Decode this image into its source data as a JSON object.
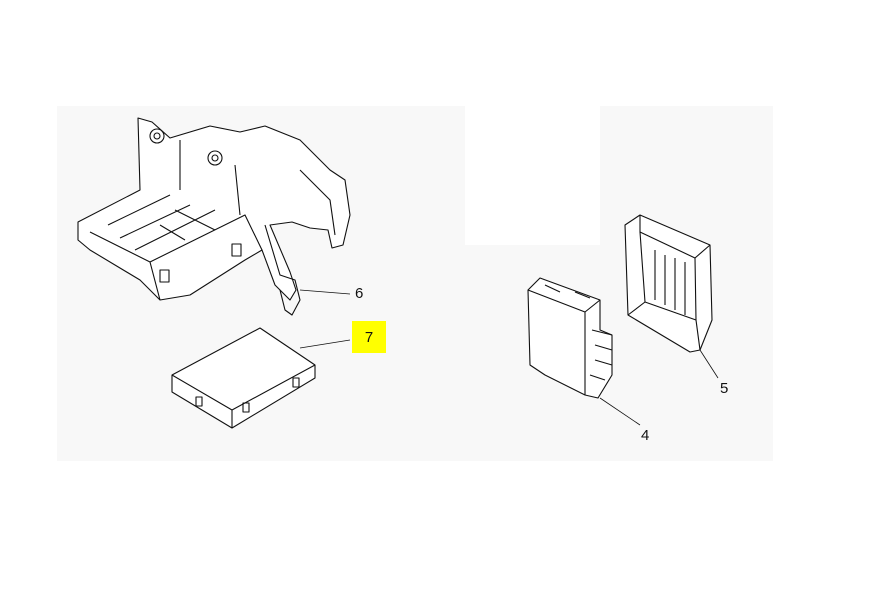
{
  "diagram": {
    "callouts": [
      {
        "number": "6",
        "part": "bracket-pin"
      },
      {
        "number": "7",
        "part": "control-module",
        "highlighted": true
      },
      {
        "number": "4",
        "part": "module-with-connector"
      },
      {
        "number": "5",
        "part": "module-frame"
      }
    ],
    "highlight_color": "#ffff00"
  }
}
